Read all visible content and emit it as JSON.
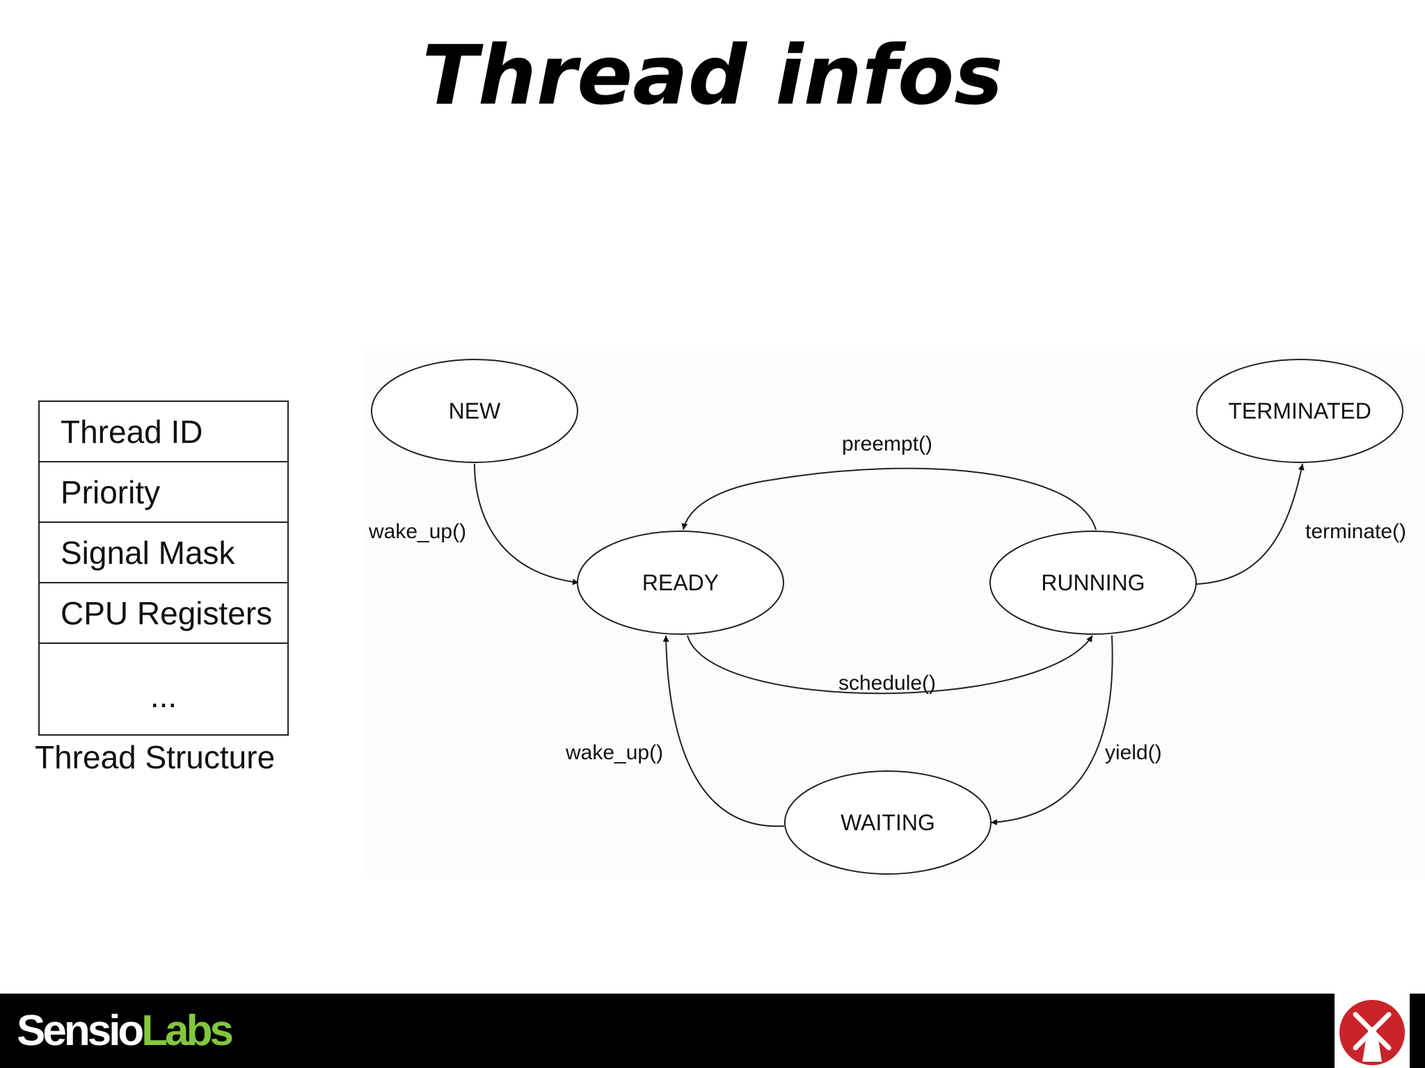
{
  "slide": {
    "title": "Thread infos"
  },
  "thread_structure": {
    "rows": [
      "Thread ID",
      "Priority",
      "Signal Mask",
      "CPU Registers",
      "..."
    ],
    "caption": "Thread Structure"
  },
  "state_diagram": {
    "states": {
      "new": "NEW",
      "terminated": "TERMINATED",
      "ready": "READY",
      "running": "RUNNING",
      "waiting": "WAITING"
    },
    "transitions": {
      "new_to_ready": "wake_up()",
      "running_to_ready": "preempt()",
      "running_to_terminated": "terminate()",
      "ready_to_running": "schedule()",
      "waiting_to_ready": "wake_up()",
      "running_to_waiting": "yield()"
    }
  },
  "footer": {
    "brand_part1": "Sensio",
    "brand_part2": "Labs",
    "logo_icon": "windmill-logo-icon",
    "colors": {
      "background": "#000000",
      "brand_green": "#83c63f",
      "logo_red": "#c9242b"
    }
  }
}
